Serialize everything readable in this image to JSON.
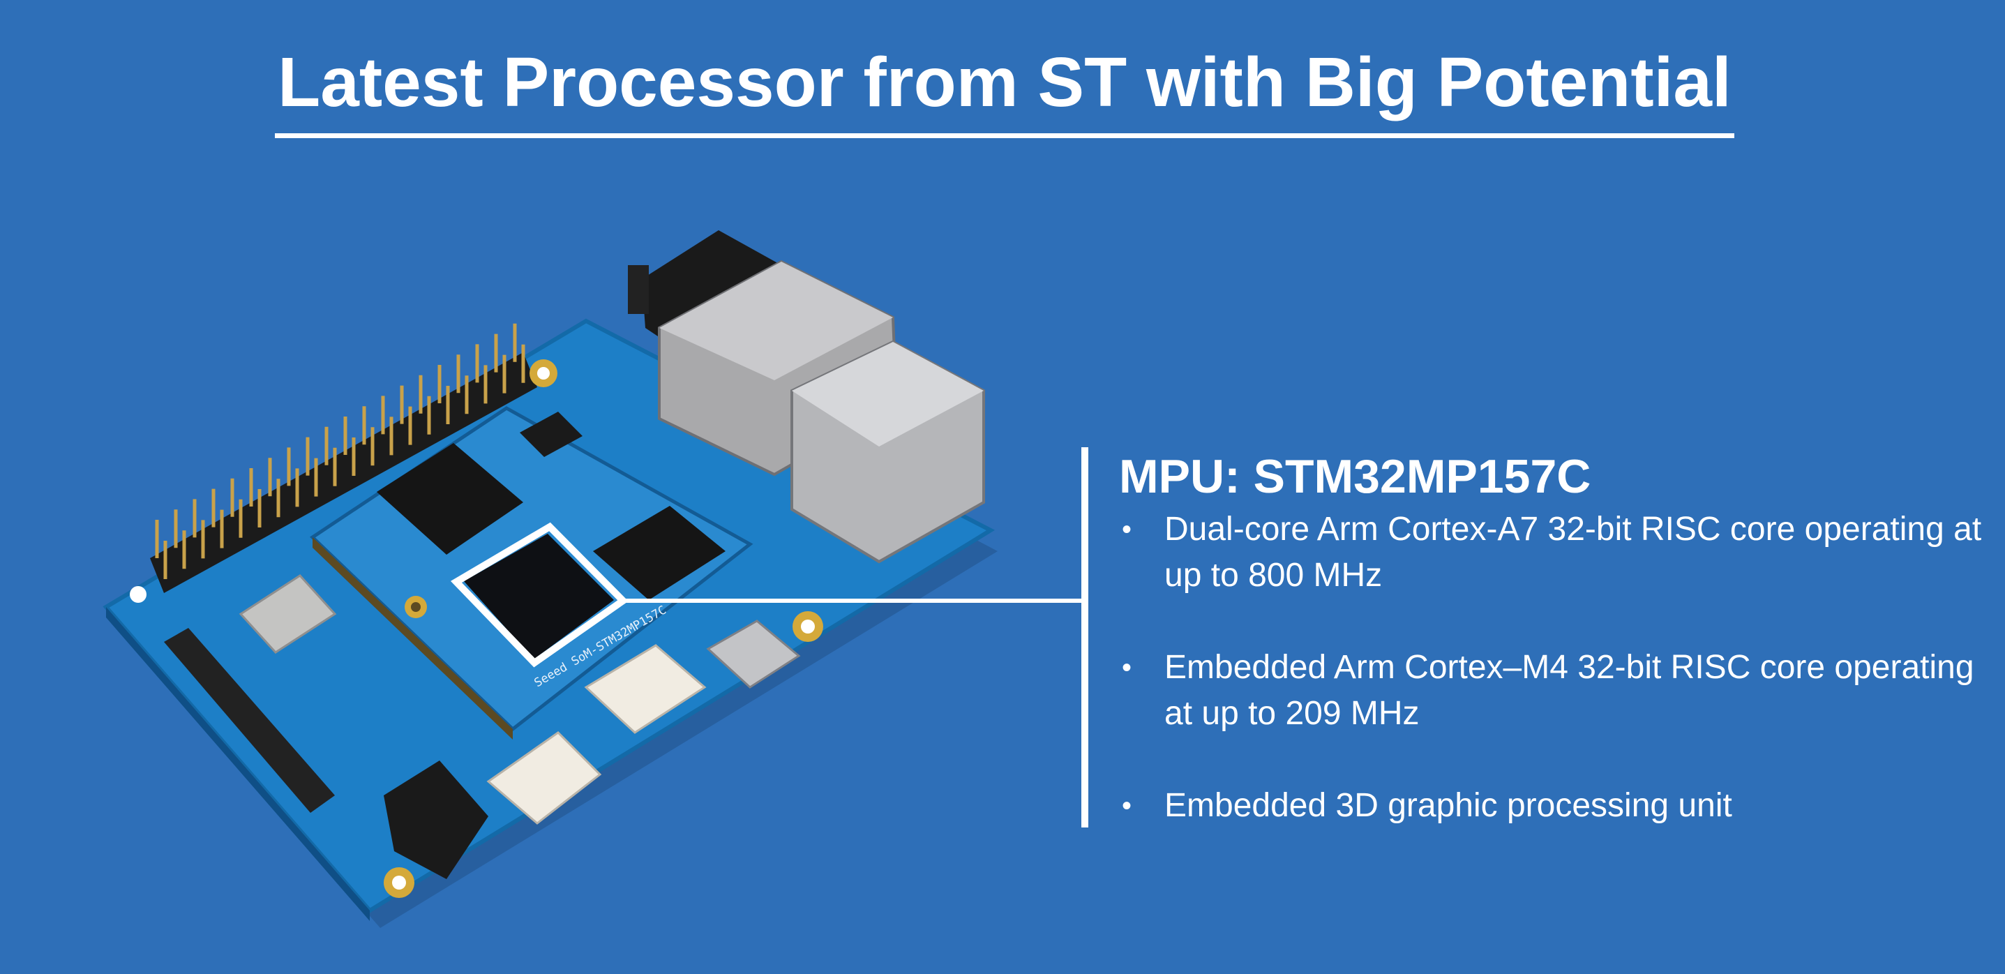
{
  "slide": {
    "title": "Latest Processor from ST with Big Potential",
    "background_color": "#2e6fb8"
  },
  "spec": {
    "heading": "MPU: STM32MP157C",
    "bullets": [
      {
        "text": "Dual-core Arm Cortex-A7 32-bit RISC core operating at up to 800 MHz"
      },
      {
        "text": "Embedded Arm Cortex–M4 32-bit RISC core operating at up to 209 MHz"
      },
      {
        "text": "Embedded 3D graphic processing unit"
      }
    ]
  },
  "image": {
    "module_silkscreen": "Seeed SoM-STM32MP157C"
  }
}
